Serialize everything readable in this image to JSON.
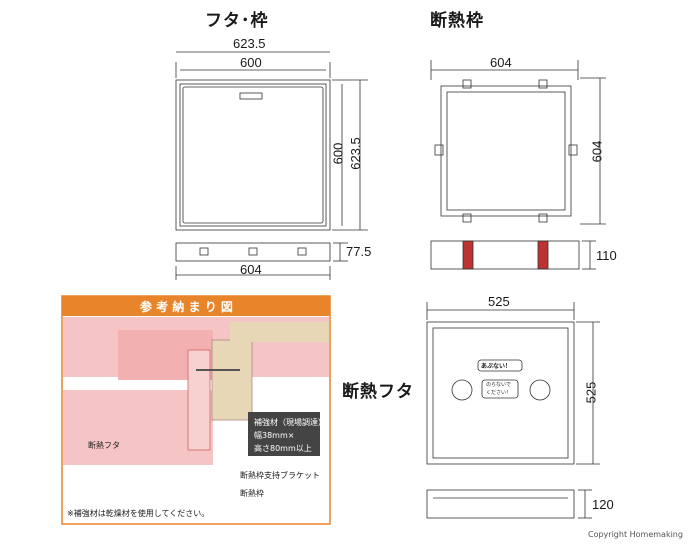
{
  "titles": {
    "lid_frame": "フタ･枠",
    "insulation_frame": "断熱枠",
    "insulation_lid": "断熱フタ"
  },
  "lid_frame": {
    "dim_outer_width": "623.5",
    "dim_inner_width": "600",
    "dim_inner_height": "600",
    "dim_outer_height": "623.5",
    "side_height": "77.5",
    "side_width": "604"
  },
  "insulation_frame": {
    "width": "604",
    "height": "604",
    "side_height": "110"
  },
  "insulation_lid": {
    "width": "525",
    "height": "525",
    "side_height": "120",
    "label_danger": "あぶない！",
    "label_notice_line1": "のらないで",
    "label_notice_line2": "ください！"
  },
  "reference": {
    "header": "参 考 納 ま り 図",
    "reinforcement_line1": "補強材（現場調達）",
    "reinforcement_line2": "幅38mm×",
    "reinforcement_line3": "高さ80mm以上",
    "label_lid": "断熱フタ",
    "label_bracket": "断熱枠支持ブラケット",
    "label_frame": "断熱枠",
    "footnote": "※補強材は乾燥材を使用してください。"
  },
  "copyright": "Copyright  Homemaking"
}
